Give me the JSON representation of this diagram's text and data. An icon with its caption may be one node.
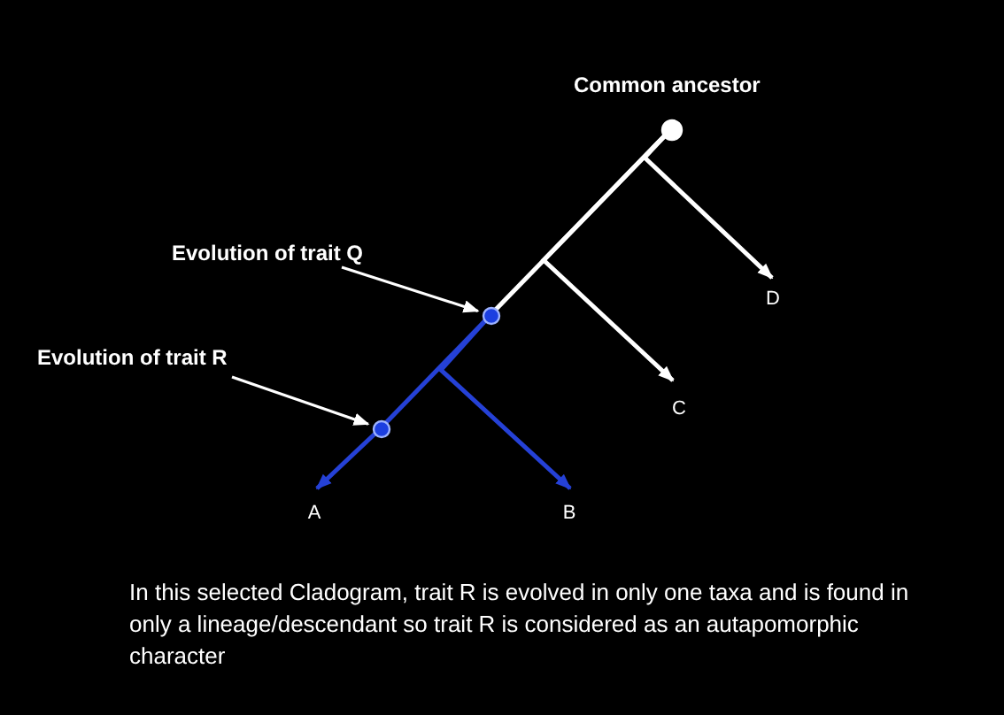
{
  "diagram": {
    "nodes": [
      {
        "text": [],
        "shape": "circle",
        "beside": [
          "Common ancestor"
        ]
      },
      {
        "text": [
          "Evolution of trait Q"
        ]
      },
      {
        "text": [
          "D"
        ]
      },
      {
        "text": [],
        "shape": "circle"
      },
      {
        "text": [
          "Evolution of trait R"
        ]
      },
      {
        "text": [
          "C"
        ]
      },
      {
        "text": [],
        "shape": "circle"
      },
      {
        "text": [
          "A"
        ]
      },
      {
        "text": [
          "B"
        ]
      }
    ],
    "edges": [
      {
        "from": 0,
        "to": 2,
        "arrow": "to"
      },
      {
        "from": 0,
        "to": 5,
        "arrow": "to"
      },
      {
        "from": 0,
        "to": 3,
        "arrow": "none"
      },
      {
        "from": 3,
        "to": 8,
        "arrow": "to",
        "color": "#2541d6"
      },
      {
        "from": 3,
        "to": 6,
        "arrow": "none",
        "color": "#2541d6"
      },
      {
        "from": 6,
        "to": 7,
        "arrow": "to",
        "color": "#2541d6"
      },
      {
        "from": 1,
        "to": 3,
        "arrow": "to"
      },
      {
        "from": 4,
        "to": 6,
        "arrow": "to"
      }
    ],
    "caption": "In this selected Cladogram, trait R is evolved in only one taxa and is found in only a lineage/descendant so trait R is considered as an autapomorphic character"
  }
}
